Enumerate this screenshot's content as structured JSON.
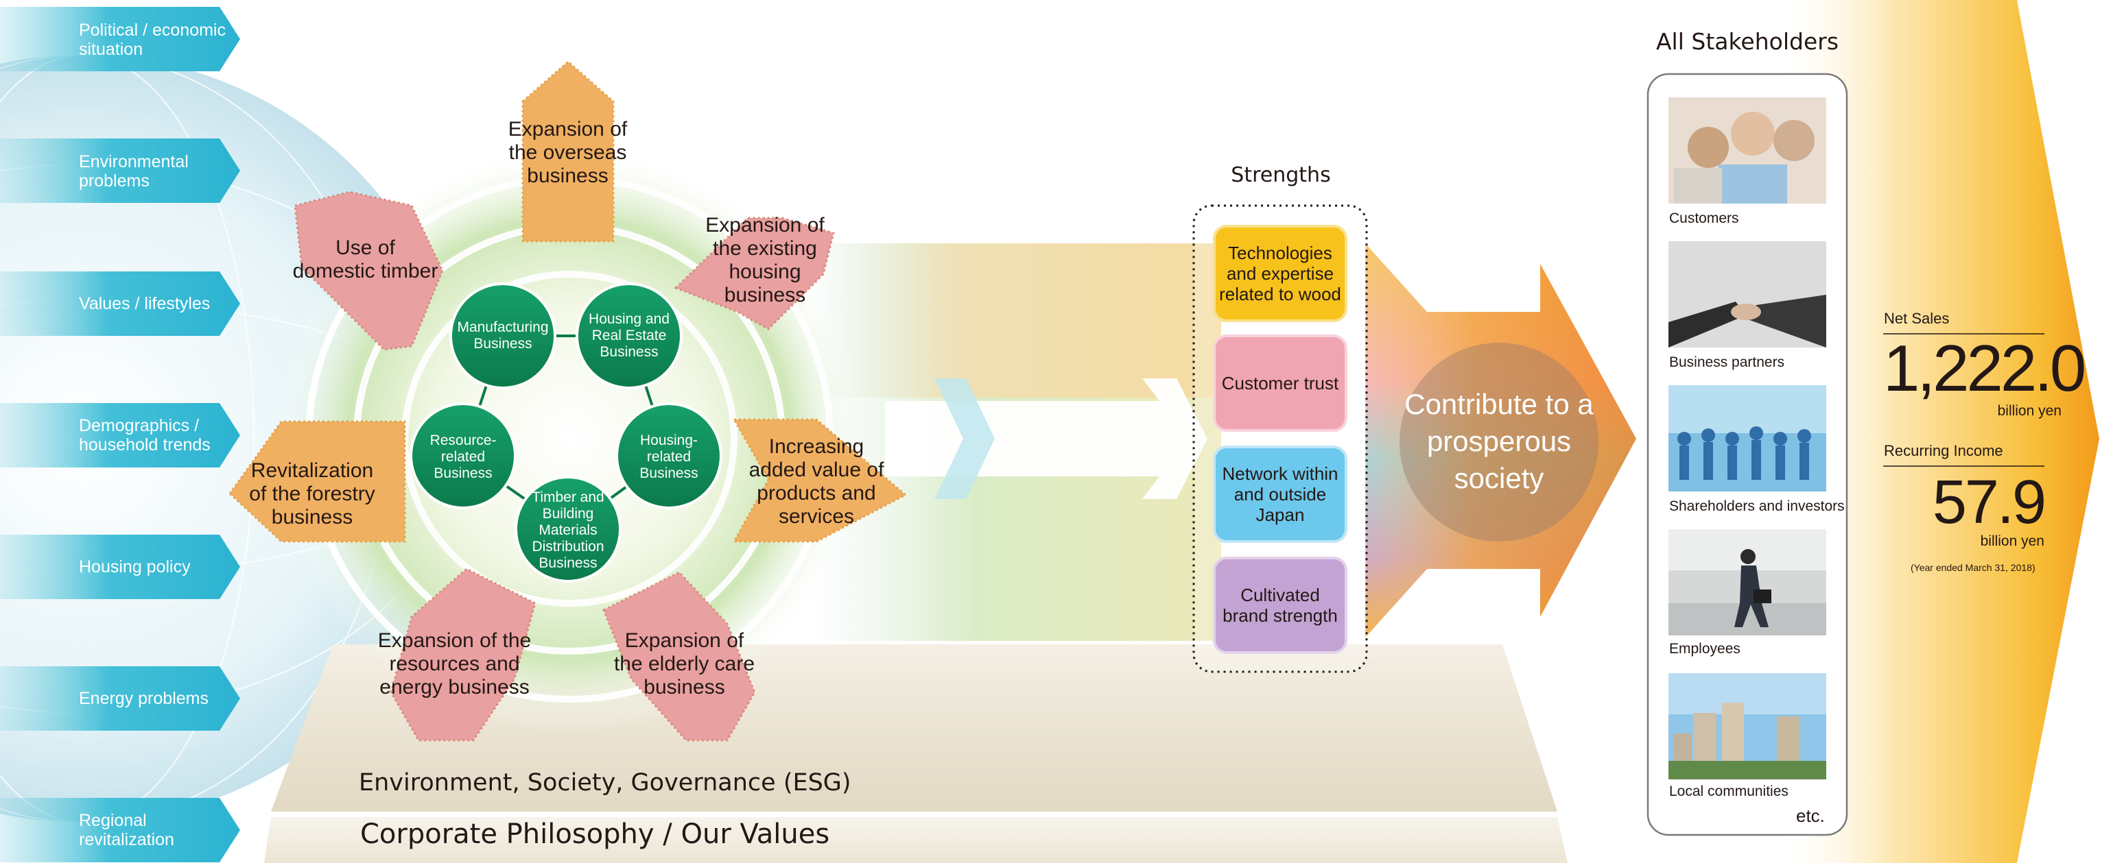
{
  "left_factors": [
    {
      "id": "political",
      "label": "Political / economic situation"
    },
    {
      "id": "environmental",
      "label": "Environmental problems"
    },
    {
      "id": "values",
      "label": "Values / lifestyles"
    },
    {
      "id": "demographics",
      "label": "Demographics / household trends"
    },
    {
      "id": "housing-policy",
      "label": "Housing policy"
    },
    {
      "id": "energy",
      "label": "Energy problems"
    },
    {
      "id": "regional",
      "label": "Regional revitalization"
    }
  ],
  "businesses": [
    {
      "id": "manufacturing",
      "label": "Manufacturing Business"
    },
    {
      "id": "housing-real-estate",
      "label": "Housing and Real Estate Business"
    },
    {
      "id": "housing-related",
      "label": "Housing-related Business"
    },
    {
      "id": "timber",
      "label": "Timber and Building Materials Distribution Business"
    },
    {
      "id": "resource-related",
      "label": "Resource-related Business"
    }
  ],
  "growth_areas": [
    {
      "id": "overseas",
      "label": "Expansion of the overseas business"
    },
    {
      "id": "existing-housing",
      "label": "Expansion of the existing housing business"
    },
    {
      "id": "added-value",
      "label": "Increasing added value of products and services"
    },
    {
      "id": "elderly-care",
      "label": "Expansion of the elderly care business"
    },
    {
      "id": "resources-energy",
      "label": "Expansion of the resources and energy business"
    },
    {
      "id": "forestry",
      "label": "Revitalization of the forestry business"
    },
    {
      "id": "domestic-timber",
      "label": "Use of domestic timber"
    }
  ],
  "foundation": {
    "esg": "Environment, Society, Governance (ESG)",
    "philosophy": "Corporate Philosophy / Our Values"
  },
  "strengths": {
    "title": "Strengths",
    "items": [
      {
        "id": "technologies",
        "label": "Technologies and expertise related to wood",
        "color": "#f7c21b"
      },
      {
        "id": "customer-trust",
        "label": "Customer trust",
        "color": "#f0a5b2"
      },
      {
        "id": "network",
        "label": "Network within and outside Japan",
        "color": "#6cc8ec"
      },
      {
        "id": "brand",
        "label": "Cultivated brand strength",
        "color": "#c3a3d3"
      }
    ]
  },
  "goal": "Contribute to a prosperous society",
  "stakeholders": {
    "title": "All Stakeholders",
    "items": [
      {
        "id": "customers",
        "label": "Customers"
      },
      {
        "id": "business-partners",
        "label": "Business partners"
      },
      {
        "id": "shareholders",
        "label": "Shareholders and investors"
      },
      {
        "id": "employees",
        "label": "Employees"
      },
      {
        "id": "local-communities",
        "label": "Local communities"
      }
    ],
    "etc": "etc."
  },
  "results": {
    "net_sales_label": "Net Sales",
    "net_sales_value": "1,222.0",
    "net_sales_unit": "billion yen",
    "recurring_label": "Recurring Income",
    "recurring_value": "57.9",
    "recurring_unit": "billion yen",
    "note": "(Year ended March 31, 2018)"
  },
  "colors": {
    "left_banner": "#3cbfd6",
    "business_circle": "#0f8f5e",
    "growth_arrow_pink": "#e99a9a",
    "growth_arrow_orange": "#f0b062",
    "big_arrow": "#f08a1e",
    "results_band": "#f7b51a"
  }
}
